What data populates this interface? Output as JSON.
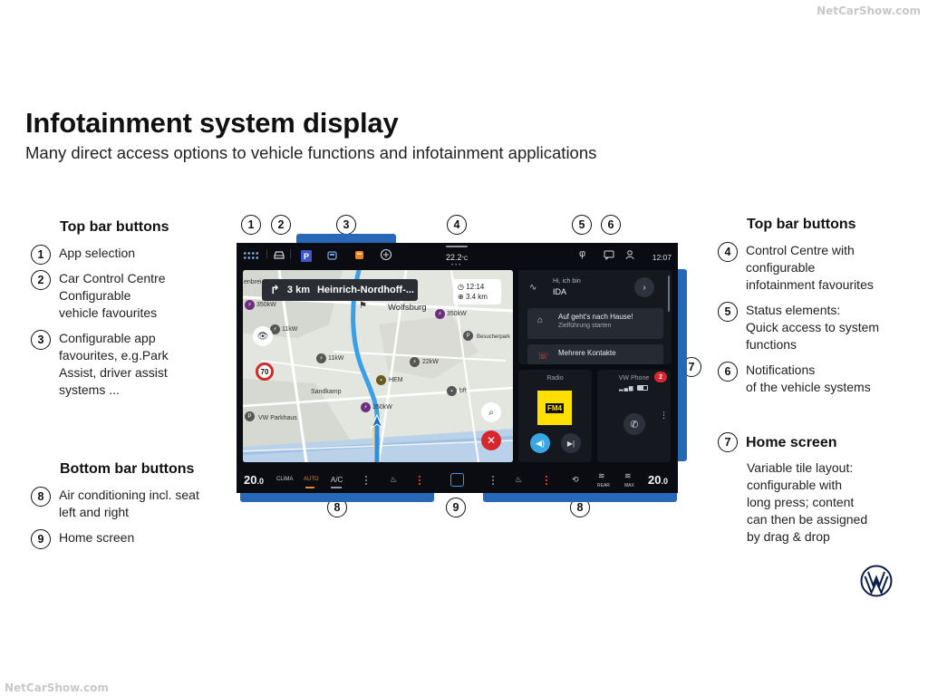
{
  "watermark": "NetCarShow.com",
  "page": {
    "title": "Infotainment system display",
    "subtitle": "Many direct access options to vehicle functions and infotainment applications"
  },
  "left_panel": {
    "top_heading": "Top bar buttons",
    "top_items": [
      {
        "num": "1",
        "text": "App selection"
      },
      {
        "num": "2",
        "text": "Car Control Centre\nConfigurable\nvehicle favourites"
      },
      {
        "num": "3",
        "text": "Configurable app\nfavourites, e.g.Park\nAssist, driver assist\nsystems ..."
      }
    ],
    "bottom_heading": "Bottom bar buttons",
    "bottom_items": [
      {
        "num": "8",
        "text": "Air conditioning incl. seat\nleft and right"
      },
      {
        "num": "9",
        "text": "Home screen"
      }
    ]
  },
  "right_panel": {
    "top_heading": "Top bar buttons",
    "items": [
      {
        "num": "4",
        "text": "Control Centre with\nconfigurable\ninfotainment favourites"
      },
      {
        "num": "5",
        "text": "Status elements:\nQuick access to system\nfunctions"
      },
      {
        "num": "6",
        "text": "Notifications\nof the vehicle systems"
      }
    ],
    "home_heading_num": "7",
    "home_heading": "Home screen",
    "home_text": "Variable tile layout:\nconfigurable with\nlong press; content\ncan then be assigned\nby drag & drop"
  },
  "callouts": {
    "c1": "1",
    "c2": "2",
    "c3": "3",
    "c4": "4",
    "c5": "5",
    "c6": "6",
    "c7": "7",
    "c8a": "8",
    "c9": "9",
    "c8b": "8"
  },
  "colors": {
    "accent_blue": "#2768b8",
    "screen_bg": "#0a0c12",
    "route": "#3b9fe8",
    "close_red": "#d7262d"
  },
  "screen": {
    "topbar": {
      "temperature": "22.2",
      "temperature_unit": "°C",
      "time": "12:07",
      "parking_label": "P"
    },
    "navigation": {
      "maneuver_distance": "3 km",
      "maneuver_street": "Heinrich-Nordhoff-...",
      "eta_time": "12:14",
      "eta_distance": "3.4 km",
      "speed_limit": "70",
      "labels": {
        "city": "Wolfsburg",
        "sandkamp": "Sandkamp",
        "vw_parkhaus": "VW Parkhaus",
        "besucherpark": "Besucherpark",
        "hem": "HEM",
        "bft": "bft",
        "p1": "11kW",
        "p2": "11kW",
        "p3": "22kW",
        "p4": "350kW",
        "p5": "350kW",
        "p6": "350kW",
        "enbrei": "enbrei"
      }
    },
    "ida": {
      "greeting": "Hi, ich bin",
      "name": "IDA",
      "suggestion1_title": "Auf geht's nach Hause!",
      "suggestion1_sub": "Zielführung starten",
      "suggestion2_title": "Mehrere Kontakte"
    },
    "radio": {
      "label": "Radio",
      "station_logo_text": "FM4"
    },
    "phone": {
      "label": "VW Phone",
      "badge": "2"
    },
    "bottombar": {
      "left_temp": "20",
      "left_temp_decimal": ".0",
      "clima": "CLIMA",
      "auto": "AUTO",
      "ac": "A/C",
      "rear": "REAR",
      "max": "MAX",
      "right_temp": "20",
      "right_temp_decimal": ".0"
    }
  }
}
